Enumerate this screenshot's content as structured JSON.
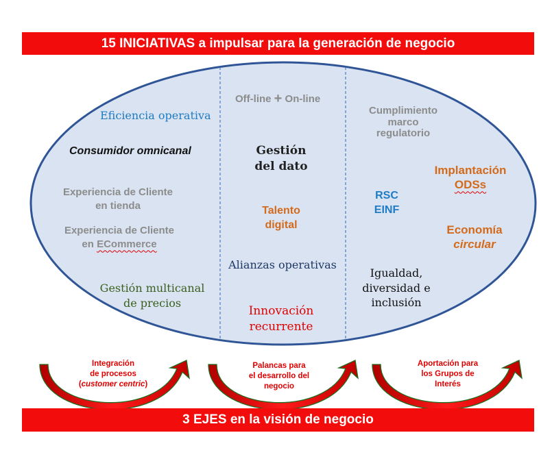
{
  "banners": {
    "top": "15 INICIATIVAS a impulsar para la generación de negocio",
    "bottom": "3 EJES en la visión de negocio"
  },
  "colors": {
    "banner_red": "#f20c0c",
    "ellipse_fill": "#d9e3f1",
    "ellipse_stroke": "#2f5597",
    "arrow_red": "#e00000",
    "arrow_green": "#1e6b1e"
  },
  "left_column": {
    "eficiencia": "Eficiencia operativa",
    "consumidor": "Consumidor omnicanal",
    "exp_tienda_1": "Experiencia de Cliente",
    "exp_tienda_2": "en tienda",
    "exp_ecom_1": "Experiencia de Cliente",
    "exp_ecom_2_prefix": "en ",
    "exp_ecom_2_word": "ECommerce",
    "gestion_1": "Gestión multicanal",
    "gestion_2": "de precios"
  },
  "middle_column": {
    "offline": "Off-line",
    "plus": "+",
    "online": "On-line",
    "dato_1": "Gestión",
    "dato_2": "del dato",
    "talento_1": "Talento",
    "talento_2": "digital",
    "alianzas": "Alianzas operativas",
    "innovacion_1": "Innovación",
    "innovacion_2": "recurrente"
  },
  "right_column": {
    "cumplimiento_1": "Cumplimiento",
    "cumplimiento_2": "marco",
    "cumplimiento_3": "regulatorio",
    "implantacion_1": "Implantación",
    "implantacion_2": "ODSs",
    "rsc": "RSC",
    "einf": "EINF",
    "economia_1": "Economía",
    "economia_2": "circular",
    "igualdad_1": "Igualdad,",
    "igualdad_2": "diversidad e",
    "igualdad_3": "inclusión"
  },
  "axes": {
    "a1_line1": "Integración",
    "a1_line2": "de procesos",
    "a1_line3_open": "(",
    "a1_line3_italic": "customer centric",
    "a1_line3_close": ")",
    "a2_line1": "Palancas para",
    "a2_line2": "el desarrollo del",
    "a2_line3": "negocio",
    "a3_line1": "Aportación para",
    "a3_line2": "los Grupos de",
    "a3_line3": "Interés"
  }
}
